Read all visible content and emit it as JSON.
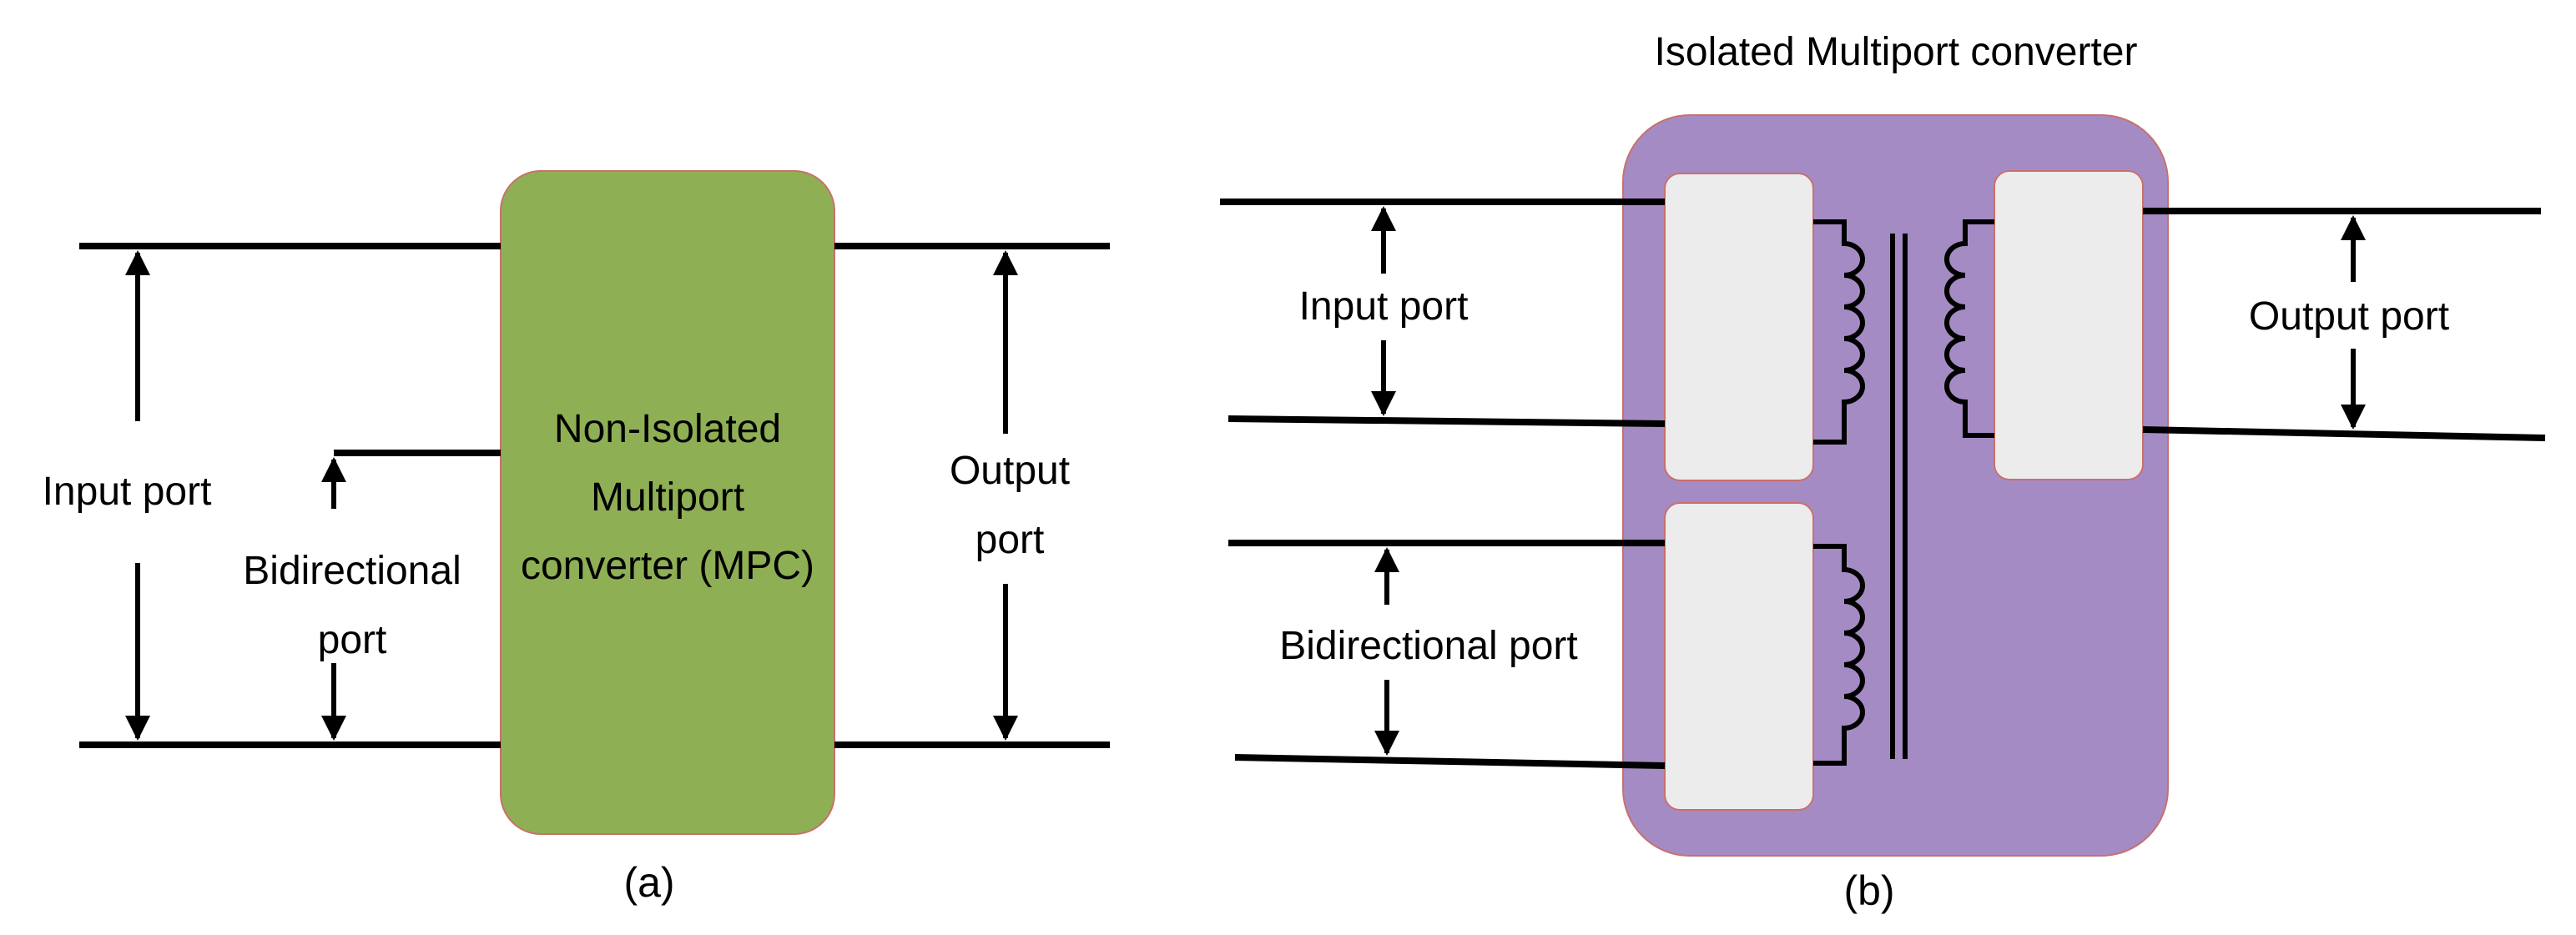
{
  "panel_a": {
    "block_label_lines": [
      "Non-Isolated",
      "Multiport",
      "converter (MPC)"
    ],
    "input_port_label": "Input port",
    "bidirectional_label_lines": [
      "Bidirectional",
      "port"
    ],
    "output_port_label_lines": [
      "Output",
      "port"
    ],
    "caption": "(a)",
    "block_color": "#8faf55"
  },
  "panel_b": {
    "title": "Isolated Multiport converter",
    "input_port_label": "Input port",
    "bidirectional_label": "Bidirectional port",
    "output_port_label": "Output port",
    "caption": "(b)",
    "enclosure_color": "#a58bc4"
  }
}
